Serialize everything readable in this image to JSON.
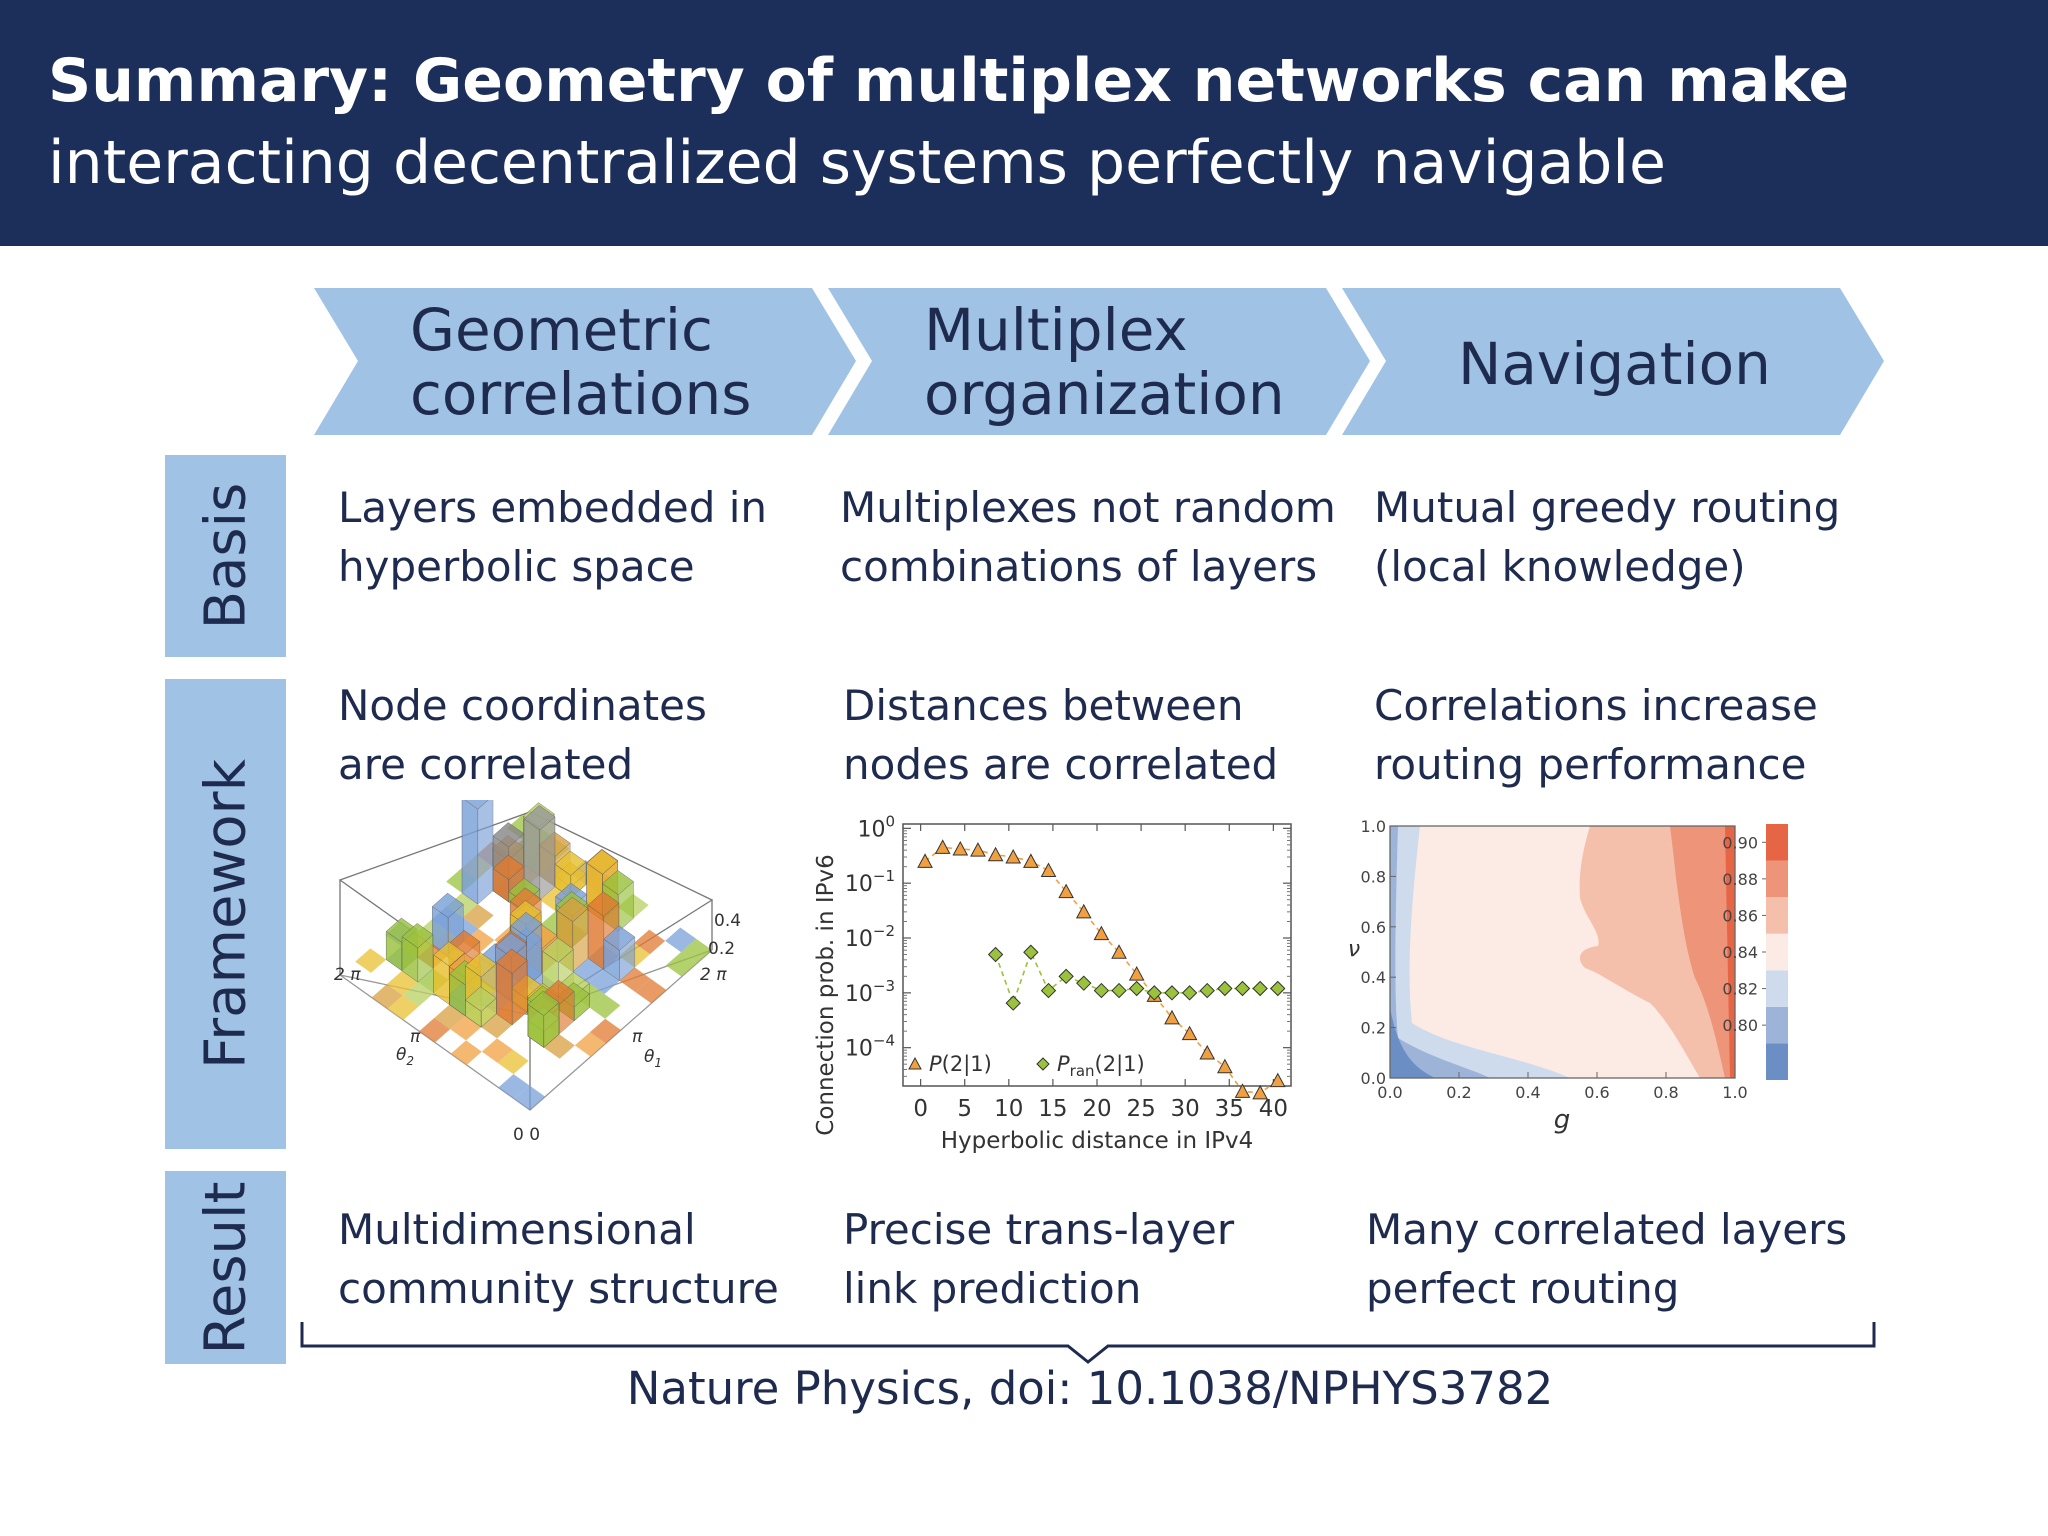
{
  "header": {
    "line1": "Summary: Geometry of multiplex networks can make",
    "line2": "interacting decentralized systems perfectly navigable"
  },
  "columns": [
    {
      "line1": "Geometric",
      "line2": "correlations"
    },
    {
      "line1": "Multiplex",
      "line2": "organization"
    },
    {
      "line1": "Navigation",
      "line2": ""
    }
  ],
  "rows": [
    {
      "label": "Basis",
      "cells": [
        {
          "line1": "Layers embedded in",
          "line2": "hyperbolic space"
        },
        {
          "line1": "Multiplexes not random",
          "line2": "combinations of layers"
        },
        {
          "line1": "Mutual  greedy routing",
          "line2": "(local knowledge)"
        }
      ]
    },
    {
      "label": "Framework",
      "cells": [
        {
          "line1": "Node coordinates",
          "line2": "are correlated"
        },
        {
          "line1": "Distances between",
          "line2": "nodes are correlated"
        },
        {
          "line1": "Correlations increase",
          "line2": "routing performance"
        }
      ]
    },
    {
      "label": "Result",
      "cells": [
        {
          "line1": "Multidimensional",
          "line2": "community structure"
        },
        {
          "line1": "Precise trans-layer",
          "line2": "link prediction"
        },
        {
          "line1": "Many correlated layers",
          "line2": "perfect routing"
        }
      ]
    }
  ],
  "citation": "Nature Physics, doi: 10.1038/NPHYS3782",
  "colors": {
    "header_bg": "#1c2e5a",
    "chevron": "#9fc2e5",
    "label_bg": "#9fc2e5",
    "text": "#1e2b4f",
    "triangle_marker": "#f0a040",
    "diamond_marker": "#9ac23c"
  },
  "fig3d": {
    "axis_theta2": "θ",
    "axis_theta2_sub": "2",
    "axis_theta1": "θ",
    "axis_theta1_sub": "1",
    "label_2pi_left": "2 π",
    "label_2pi_right": "2 π",
    "label_pi_left": "π",
    "label_pi_right": "π",
    "label_origin": "0 0",
    "z_ticks": [
      "0.4",
      "0.2"
    ]
  },
  "chart_data": [
    {
      "type": "line",
      "xlabel": "Hyperbolic distance in IPv4",
      "ylabel": "Connection prob. in IPv6",
      "xlim": [
        -2,
        42
      ],
      "ylim": [
        2e-05,
        1.2
      ],
      "log_y": true,
      "grid": false,
      "legend_placement": "bottom-left",
      "x_ticks": [
        "0",
        "5",
        "10",
        "15",
        "20",
        "25",
        "30",
        "35",
        "40"
      ],
      "y_ticks": [
        {
          "base": "10",
          "exp": "0"
        },
        {
          "base": "10",
          "exp": "−1"
        },
        {
          "base": "10",
          "exp": "−2"
        },
        {
          "base": "10",
          "exp": "−3"
        },
        {
          "base": "10",
          "exp": "−4"
        }
      ],
      "series": [
        {
          "name": "P(2|1)",
          "legend_main": "P",
          "legend_sub": "",
          "legend_tail": "(2|1)",
          "marker": "triangle",
          "color": "#f0a040",
          "x": [
            0.5,
            2.5,
            4.5,
            6.5,
            8.5,
            10.5,
            12.5,
            14.5,
            16.5,
            18.5,
            20.5,
            22.5,
            24.5,
            26.5,
            28.5,
            30.5,
            32.5,
            34.5,
            36.5,
            38.5,
            40.5
          ],
          "y": [
            0.25,
            0.45,
            0.42,
            0.4,
            0.33,
            0.3,
            0.25,
            0.17,
            0.07,
            0.03,
            0.012,
            0.0055,
            0.0022,
            0.0009,
            0.00035,
            0.00018,
            8e-05,
            4.5e-05,
            1.6e-05,
            1.5e-05,
            2.5e-05
          ]
        },
        {
          "name": "Pran(2|1)",
          "legend_main": "P",
          "legend_sub": "ran",
          "legend_tail": "(2|1)",
          "marker": "diamond",
          "color": "#9ac23c",
          "x": [
            8.5,
            10.5,
            12.5,
            14.5,
            16.5,
            18.5,
            20.5,
            22.5,
            24.5,
            26.5,
            28.5,
            30.5,
            32.5,
            34.5,
            36.5,
            38.5,
            40.5
          ],
          "y": [
            0.005,
            0.00065,
            0.0055,
            0.0011,
            0.002,
            0.0015,
            0.0011,
            0.0011,
            0.0012,
            0.001,
            0.001,
            0.001,
            0.0011,
            0.0012,
            0.0012,
            0.0012,
            0.0012
          ]
        }
      ]
    },
    {
      "type": "heatmap",
      "subtype": "contour",
      "xlabel": "g",
      "ylabel": "ν",
      "xlim": [
        0.0,
        1.0
      ],
      "ylim": [
        0.0,
        1.0
      ],
      "x_ticks": [
        "0.0",
        "0.2",
        "0.4",
        "0.6",
        "0.8",
        "1.0"
      ],
      "y_ticks": [
        "0.0",
        "0.2",
        "0.4",
        "0.6",
        "0.8",
        "1.0"
      ],
      "colorbar_ticks": [
        "0.90",
        "0.88",
        "0.86",
        "0.84",
        "0.82",
        "0.80"
      ],
      "colorbar_colors": [
        "#6b8fc4",
        "#9db4d8",
        "#cddbec",
        "#fcebe4",
        "#f5c0ab",
        "#ee9478",
        "#e56545"
      ],
      "levels": [
        0.79,
        0.8,
        0.82,
        0.84,
        0.86,
        0.88,
        0.9
      ]
    }
  ]
}
